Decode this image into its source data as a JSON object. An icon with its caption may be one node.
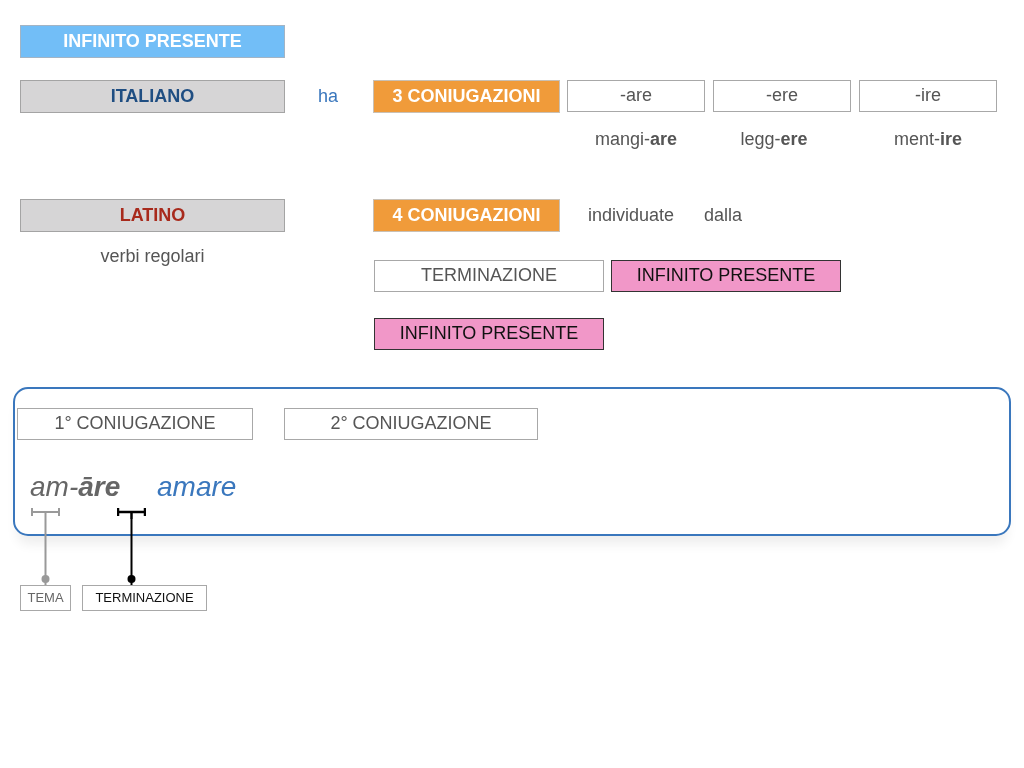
{
  "diagram": {
    "title": "INFINITO PRESENTE",
    "nodes": [
      {
        "text": [
          "ITALIANO"
        ]
      },
      {
        "text": [
          "3 CONIUGAZIONI"
        ]
      },
      {
        "text": [
          "-are"
        ],
        "beside": [
          "mangi-**are**"
        ]
      },
      {
        "text": [
          "-ere"
        ],
        "beside": [
          "legg-**ere**"
        ]
      },
      {
        "text": [
          "-ire"
        ],
        "beside": [
          "ment-**ire**"
        ]
      },
      {
        "text": [
          "LATINO"
        ],
        "beside": [
          "verbi regolari"
        ]
      },
      {
        "text": [
          "4 CONIUGAZIONI"
        ]
      },
      {
        "text": [
          "TERMINAZIONE"
        ]
      },
      {
        "text": [
          "INFINITO PRESENTE"
        ]
      },
      {
        "text": [
          "INFINITO PRESENTE"
        ]
      },
      {
        "text": [
          "am-**āre**",
          "amare"
        ]
      },
      {
        "text": [
          "1° CONIUGAZIONE"
        ],
        "in": 10
      },
      {
        "text": [
          "2° CONIUGAZIONE"
        ],
        "in": 10
      },
      {
        "text": [],
        "shape": "bar",
        "in": 10
      },
      {
        "text": [],
        "shape": "bar",
        "in": 10
      },
      {
        "text": [
          "TEMA"
        ]
      },
      {
        "text": [
          "TERMINAZIONE"
        ]
      }
    ],
    "edges": [
      {
        "from": 15,
        "to": 13,
        "arrow": "other",
        "color": "#999999"
      },
      {
        "from": 16,
        "to": 14,
        "arrow": "other",
        "color": "#000000"
      }
    ],
    "labels": [
      "ha",
      "individuate",
      "dalla"
    ]
  }
}
